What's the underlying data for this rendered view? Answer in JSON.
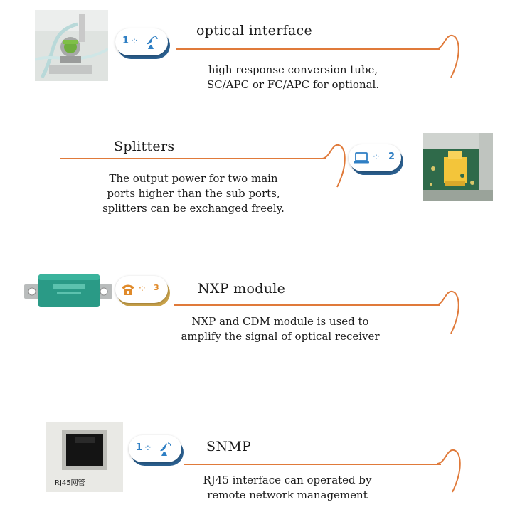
{
  "features": [
    {
      "badge_number": "1",
      "badge_icon": "satellite-dish-icon",
      "title": "optical  interface",
      "desc_lines": [
        "high response conversion tube,",
        "SC/APC or FC/APC for optional."
      ],
      "image": "optical-connector-photo"
    },
    {
      "badge_number": "2",
      "badge_icon": "laptop-icon",
      "title": "Splitters",
      "desc_lines": [
        "The output power for two main",
        "ports higher than the sub ports,",
        "splitters can be exchanged freely."
      ],
      "image": "splitter-board-photo"
    },
    {
      "badge_number": "3",
      "badge_icon": "telephone-icon",
      "title": "NXP module",
      "desc_lines": [
        "NXP and CDM module is used to",
        "amplify the signal of optical receiver"
      ],
      "image": "nxp-module-photo"
    },
    {
      "badge_number": "1",
      "badge_icon": "satellite-dish-icon",
      "title": "SNMP",
      "desc_lines": [
        "RJ45 interface can operated by",
        "remote network  management"
      ],
      "image": "rj45-port-photo",
      "image_label": "RJ45网管"
    }
  ],
  "colors": {
    "accent_line": "#e07a3a",
    "badge_shadow_blue": "#2b5f8f",
    "badge_shadow_gold": "#c9a24a",
    "icon_blue": "#2f7fc4",
    "icon_orange": "#e08a2a"
  }
}
